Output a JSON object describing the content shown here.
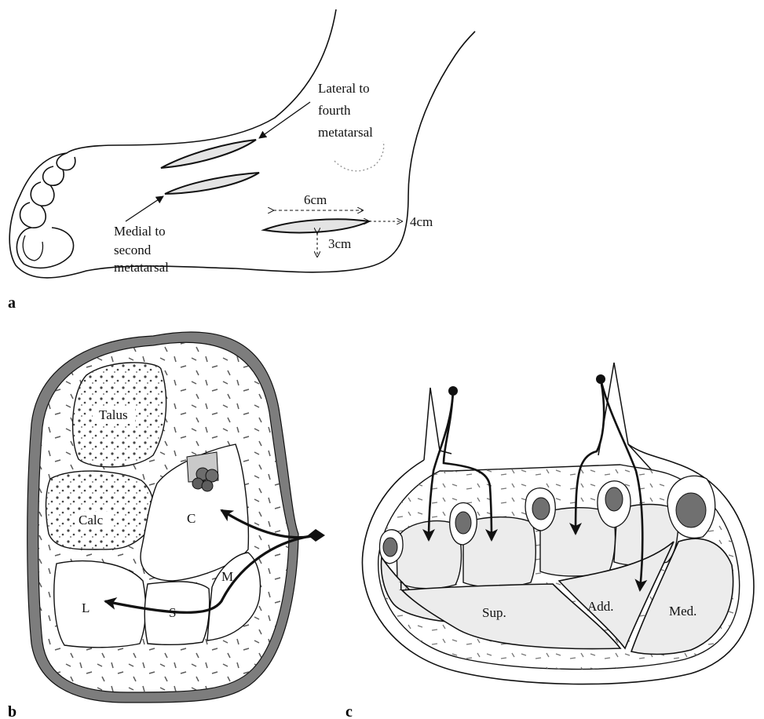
{
  "panel_a": {
    "letter": "a",
    "label_lateral": [
      "Lateral to",
      "fourth",
      "metatarsal"
    ],
    "label_medial": [
      "Medial to",
      "second",
      "metatarsal"
    ],
    "dim_width": "6cm",
    "dim_offset_right": "4cm",
    "dim_offset_bottom": "3cm"
  },
  "panel_b": {
    "letter": "b",
    "bones": {
      "talus": "Talus",
      "calc": "Calc"
    },
    "compartments": {
      "c": "C",
      "m": "M",
      "s": "S",
      "l": "L"
    }
  },
  "panel_c": {
    "letter": "c",
    "compartments": {
      "l": "L",
      "sup": "Sup.",
      "add": "Add.",
      "med": "Med."
    }
  },
  "colors": {
    "line": "#111111",
    "fascia_gray": "#8c8c8c",
    "bone_dark": "#6e6e6e",
    "compartment_fill": "#ececec"
  }
}
